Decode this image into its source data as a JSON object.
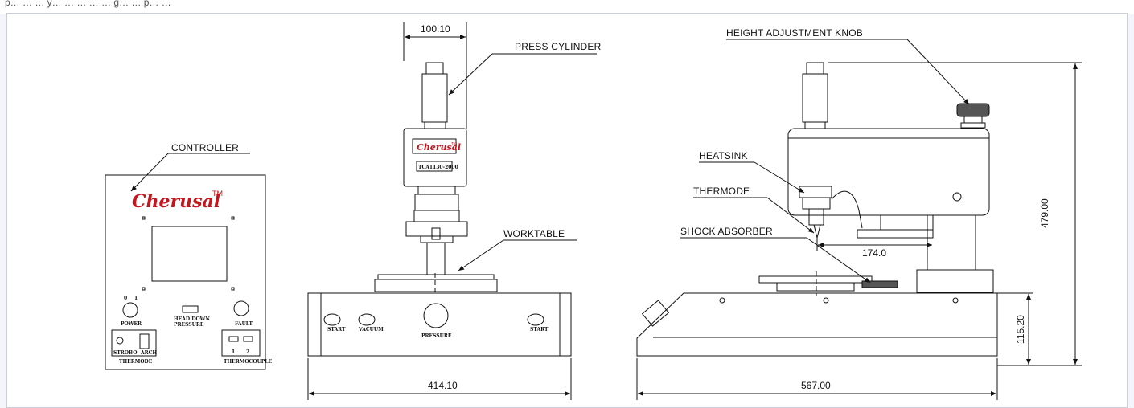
{
  "header": {
    "caption": "p… …                 … y… … … … … g… … p… …"
  },
  "labels": {
    "controller": "CONTROLLER",
    "press_cylinder": "PRESS CYLINDER",
    "worktable": "WORKTABLE",
    "height_adjustment_knob": "HEIGHT ADJUSTMENT KNOB",
    "heatsink": "HEATSINK",
    "thermode": "THERMODE",
    "shock_absorber": "SHOCK ABSORBER"
  },
  "dimensions": {
    "cylinder_width": "100.10",
    "front_width": "414.10",
    "side_length": "567.00",
    "total_height": "479.00",
    "base_height": "115.20",
    "head_reach": "174.0"
  },
  "controller_panel": {
    "brand": "Cherusal",
    "trademark": "TM",
    "power_label": "POWER",
    "switch_0": "0",
    "switch_1": "1",
    "head_down_label": "HEAD DOWN",
    "pressure_label": "PRESSURE",
    "fault_label": "FAULT",
    "thermode_label": "THERMODE",
    "thermode_left": "STROBO",
    "thermode_right": "ARCH",
    "thermocouple_label": "THERMOCOUPLE",
    "tc_left": "1",
    "tc_right": "2"
  },
  "front_view": {
    "brand": "Cherusal",
    "trademark": "TM",
    "plate_text": "TCA1130-2000",
    "start_left": "START",
    "vacuum": "VACUUM",
    "pressure_dial": "PRESSURE",
    "start_right": "START"
  },
  "colors": {
    "brand_red": "#c4161c",
    "line": "#111111",
    "background": "#f3f5fa"
  }
}
